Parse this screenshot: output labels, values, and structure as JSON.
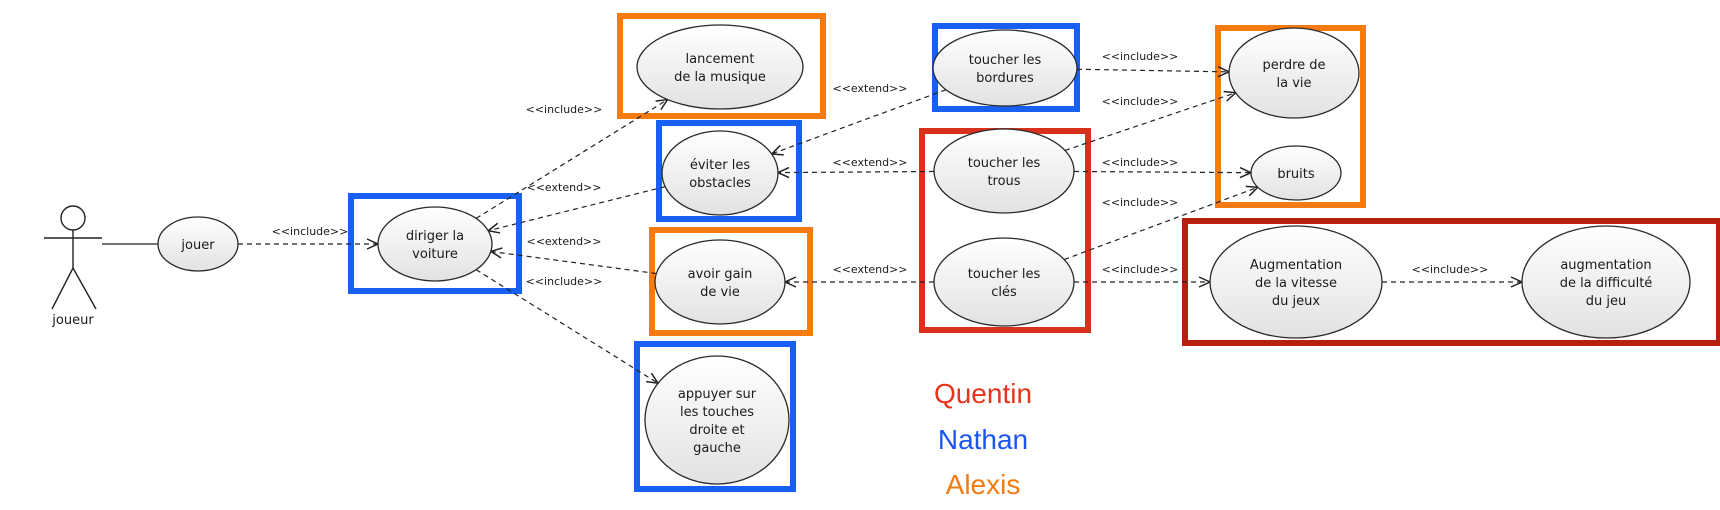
{
  "actor": {
    "label": "joueur"
  },
  "use_cases": [
    {
      "id": "jouer",
      "label": [
        "jouer"
      ]
    },
    {
      "id": "diriger",
      "label": [
        "diriger la",
        "voiture"
      ]
    },
    {
      "id": "lancement",
      "label": [
        "lancement",
        "de la musique"
      ]
    },
    {
      "id": "eviter",
      "label": [
        "éviter les",
        "obstacles"
      ]
    },
    {
      "id": "gain",
      "label": [
        "avoir gain",
        "de vie"
      ]
    },
    {
      "id": "appuyer",
      "label": [
        "appuyer sur",
        "les touches",
        "droite et",
        "gauche"
      ]
    },
    {
      "id": "bordures",
      "label": [
        "toucher les",
        "bordures"
      ]
    },
    {
      "id": "trous",
      "label": [
        "toucher les",
        "trous"
      ]
    },
    {
      "id": "cles",
      "label": [
        "toucher les",
        "clés"
      ]
    },
    {
      "id": "perdre",
      "label": [
        "perdre de",
        "la vie"
      ]
    },
    {
      "id": "bruits",
      "label": [
        "bruits"
      ]
    },
    {
      "id": "vitesse",
      "label": [
        "Augmentation",
        "de la vitesse",
        "du jeux"
      ]
    },
    {
      "id": "difficulte",
      "label": [
        "augmentation",
        "de la difficulté",
        "du jeu"
      ]
    }
  ],
  "relations": [
    {
      "from": "jouer",
      "to": "diriger",
      "stereotype": "<<include>>"
    },
    {
      "from": "diriger",
      "to": "lancement",
      "stereotype": "<<include>>"
    },
    {
      "from": "eviter",
      "to": "diriger",
      "stereotype": "<<extend>>"
    },
    {
      "from": "gain",
      "to": "diriger",
      "stereotype": "<<extend>>"
    },
    {
      "from": "diriger",
      "to": "appuyer",
      "stereotype": "<<include>>"
    },
    {
      "from": "bordures",
      "to": "eviter",
      "stereotype": "<<extend>>"
    },
    {
      "from": "trous",
      "to": "eviter",
      "stereotype": "<<extend>>"
    },
    {
      "from": "cles",
      "to": "gain",
      "stereotype": "<<extend>>"
    },
    {
      "from": "bordures",
      "to": "perdre",
      "stereotype": "<<include>>"
    },
    {
      "from": "trous",
      "to": "perdre",
      "stereotype": "<<include>>"
    },
    {
      "from": "trous",
      "to": "bruits",
      "stereotype": "<<include>>"
    },
    {
      "from": "cles",
      "to": "bruits",
      "stereotype": "<<include>>"
    },
    {
      "from": "cles",
      "to": "vitesse",
      "stereotype": "<<include>>"
    },
    {
      "from": "vitesse",
      "to": "difficulte",
      "stereotype": "<<include>>"
    }
  ],
  "owners": [
    {
      "name": "Quentin",
      "color": "#e8341c",
      "box_color": "#d8311b"
    },
    {
      "name": "Nathan",
      "color": "#1c55f0",
      "box_color": "#1760f2"
    },
    {
      "name": "Alexis",
      "color": "#f57a10",
      "box_color": "#f57a10"
    }
  ],
  "colors": {
    "vitesse_box": "#b7200f"
  }
}
